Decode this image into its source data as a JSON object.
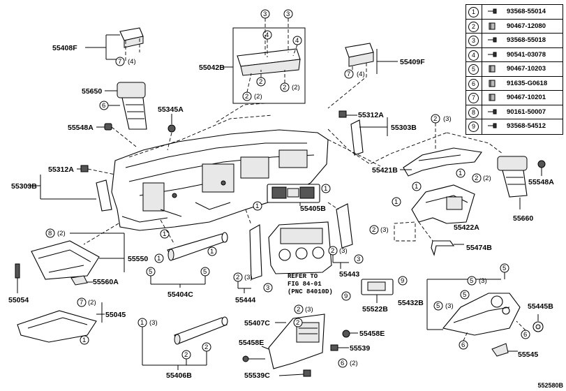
{
  "legend": [
    {
      "n": "1",
      "code": "93568-55014",
      "icon": "screw-icon"
    },
    {
      "n": "2",
      "code": "90467-12080",
      "icon": "clip-icon"
    },
    {
      "n": "3",
      "code": "93568-55018",
      "icon": "screw-icon"
    },
    {
      "n": "4",
      "code": "90541-03078",
      "icon": "screw-icon"
    },
    {
      "n": "5",
      "code": "90467-10203",
      "icon": "clip-icon"
    },
    {
      "n": "6",
      "code": "91635-G0618",
      "icon": "clip-icon"
    },
    {
      "n": "7",
      "code": "90467-10201",
      "icon": "clip-icon"
    },
    {
      "n": "8",
      "code": "90161-50007",
      "icon": "screw-icon"
    },
    {
      "n": "9",
      "code": "93568-54512",
      "icon": "screw-icon"
    }
  ],
  "labels": {
    "p55408F": "55408F",
    "p55042B": "55042B",
    "p55409F": "55409F",
    "p55650": "55650",
    "p55345A": "55345A",
    "p55548A_l": "55548A",
    "p55312A_r": "55312A",
    "p55303B_r": "55303B",
    "p55312A_l": "55312A",
    "p55303B_l": "55303B",
    "p55421B": "55421B",
    "p55548A_r": "55548A",
    "p55405B": "55405B",
    "p55660": "55660",
    "p55422A": "55422A",
    "p55550": "55550",
    "p55474B": "55474B",
    "p55560A": "55560A",
    "p55443": "55443",
    "p55054": "55054",
    "p55404C": "55404C",
    "p55444": "55444",
    "p55522B": "55522B",
    "p55432B": "55432B",
    "p55445B": "55445B",
    "p55045": "55045",
    "p55407C": "55407C",
    "p55458E_r": "55458E",
    "p55458E_l": "55458E",
    "p55539": "55539",
    "p55545": "55545",
    "p55406B": "55406B",
    "p55539C": "55539C"
  },
  "refer": [
    "REFER TO",
    "FIG 84-01",
    "(PNC 84010D)"
  ],
  "qty": {
    "q4": "(4)",
    "q2": "(2)",
    "q3": "(3)"
  },
  "figure_code": "552580B"
}
